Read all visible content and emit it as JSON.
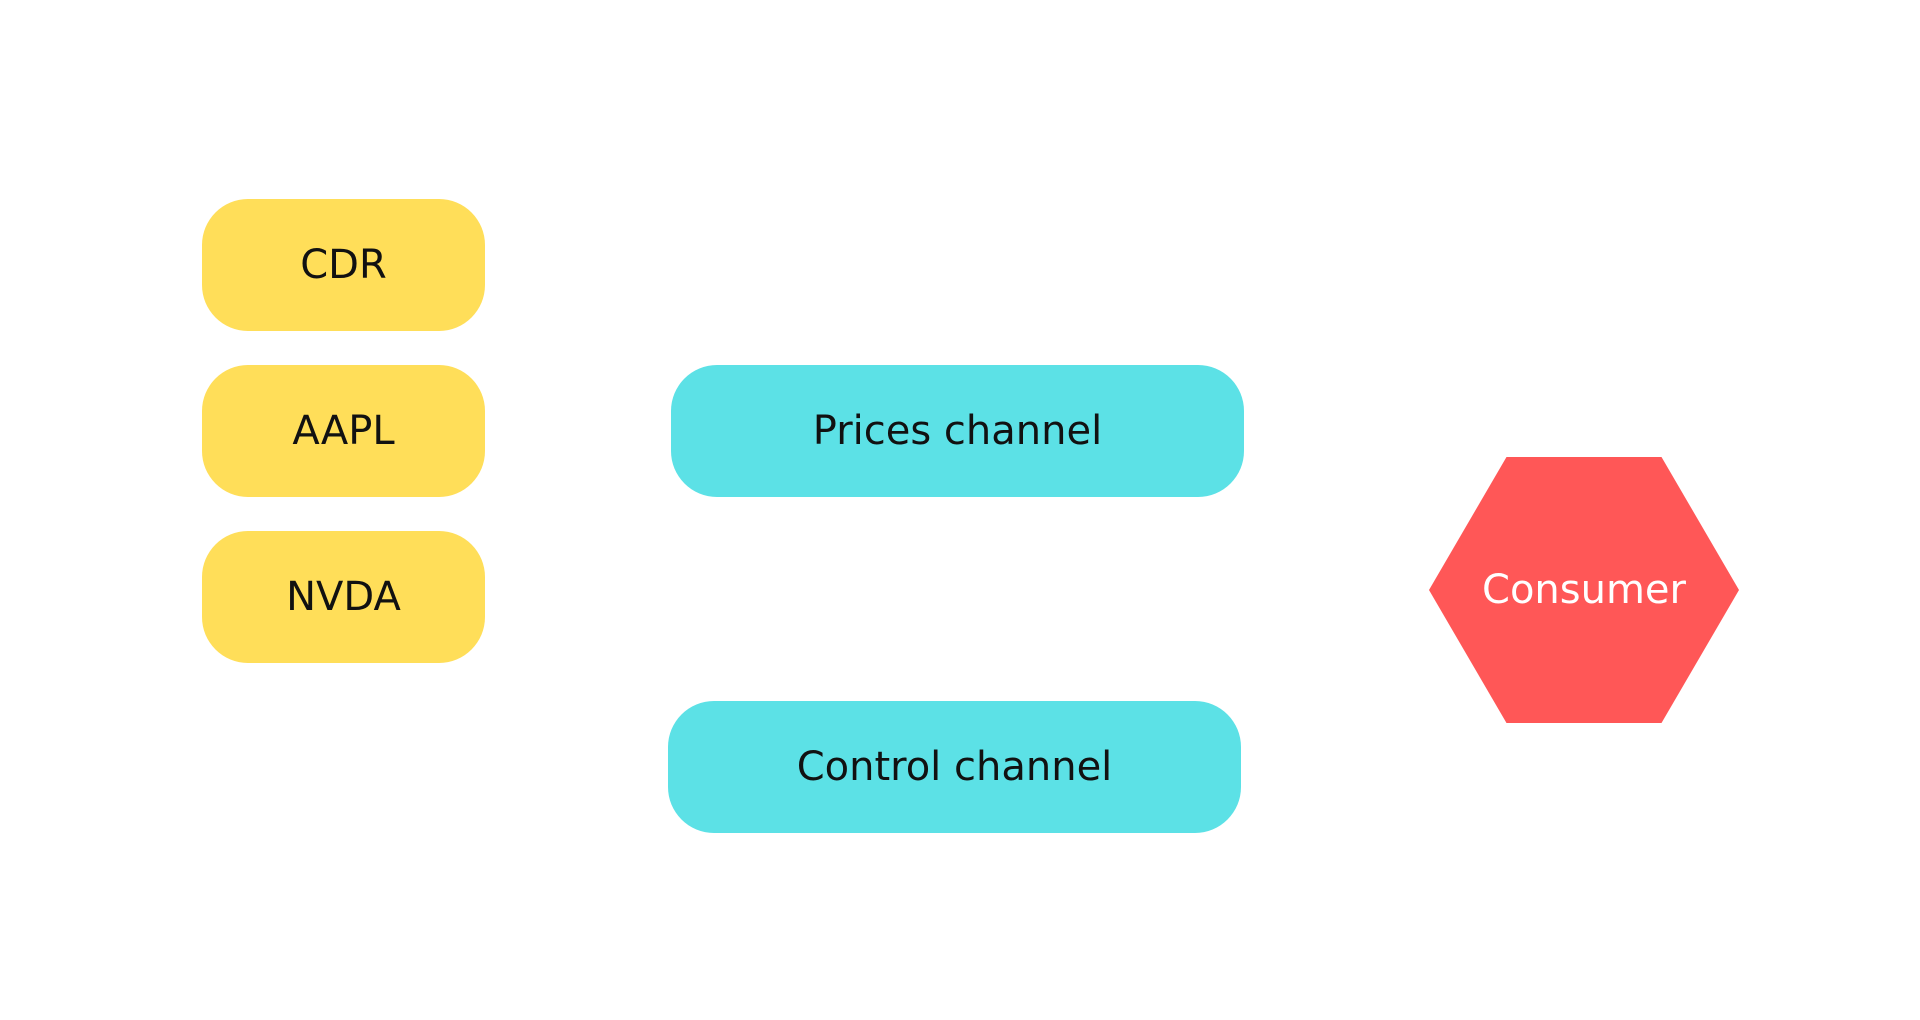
{
  "colors": {
    "ticker_fill": "#ffde59",
    "channel_fill": "#5ce1e6",
    "consumer_fill": "#ff5757",
    "background": "#ffffff"
  },
  "tickers": [
    {
      "label": "CDR"
    },
    {
      "label": "AAPL"
    },
    {
      "label": "NVDA"
    }
  ],
  "channels": {
    "prices": {
      "label": "Prices channel"
    },
    "control": {
      "label": "Control channel"
    }
  },
  "consumer": {
    "label": "Consumer"
  }
}
